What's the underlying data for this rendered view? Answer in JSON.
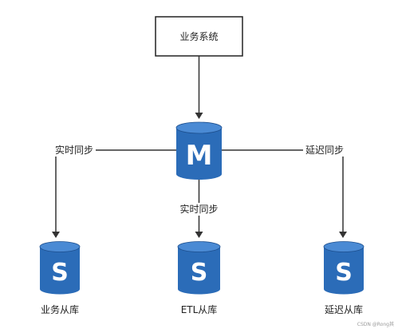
{
  "colors": {
    "cylinder_body": "#2b6cb8",
    "cylinder_top": "#4a8ad4",
    "cylinder_dark": "#1d4f8e",
    "line": "#333333",
    "box_border": "#222222"
  },
  "diagram": {
    "business_system": "业务系统",
    "master_db": {
      "letter": "M"
    },
    "slaves": {
      "business": {
        "letter": "S",
        "label": "业务从库"
      },
      "etl": {
        "letter": "S",
        "label": "ETL从库"
      },
      "delayed": {
        "letter": "S",
        "label": "延迟从库"
      }
    },
    "edges": {
      "to_business": "实时同步",
      "to_etl": "实时同步",
      "to_delayed": "延迟同步"
    }
  },
  "watermark": "CSDN @Rong其"
}
